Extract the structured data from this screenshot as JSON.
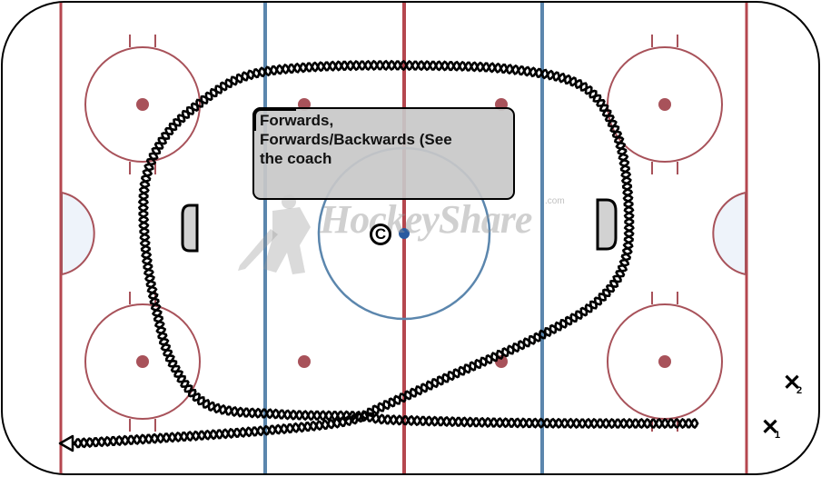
{
  "drill": {
    "note_text": "Forwards,\nForwards/Backwards (See the coach",
    "note_lines": [
      "Forwards,",
      "Forwards/Backwards (See",
      "the coach"
    ]
  },
  "coach_label": "C",
  "players": [
    {
      "mark": "✕",
      "number": "1"
    },
    {
      "mark": "✕",
      "number": "2"
    }
  ],
  "watermark": {
    "text": "HockeyShare",
    "suffix": ".com"
  },
  "colors": {
    "red_line": "#b5474f",
    "blue_line": "#5b86ad",
    "circle_red": "#a8525a",
    "center_circle": "#5b86ad",
    "crease_fill": "#eef3fa",
    "note_fill": "#c8c8c8",
    "skate_path": "#000000"
  },
  "icons": [
    "coach-icon",
    "player-x-icon",
    "arrowhead-icon",
    "hockey-player-watermark-icon"
  ]
}
